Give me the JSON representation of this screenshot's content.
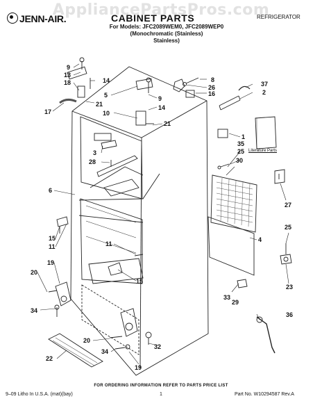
{
  "header": {
    "watermark": "AppliancePartsPros.com",
    "brand": "JENN-AIR.",
    "title": "CABINET PARTS",
    "category": "REFRIGERATOR",
    "models_line1": "For Models: JFC2089WEM0, JFC2089WEP0",
    "models_line2": "(Monochromatic   (Stainless)",
    "models_line3": "Stainless)"
  },
  "literature_label": "Literature Parts",
  "callouts": {
    "c9a": "9",
    "c13": "13",
    "c14a": "14",
    "c18": "18",
    "c17": "17",
    "c5": "5",
    "c21a": "21",
    "c9b": "9",
    "c14b": "14",
    "c10": "10",
    "c21b": "21",
    "c8": "8",
    "c26": "26",
    "c16": "16",
    "c37": "37",
    "c2": "2",
    "c3": "3",
    "c28": "28",
    "c1": "1",
    "c35": "35",
    "c25a": "25",
    "c30": "30",
    "c6": "6",
    "c27": "27",
    "c15a": "15",
    "c11a": "11",
    "c4": "4",
    "c25b": "25",
    "c11b": "11",
    "c19a": "19",
    "c20a": "20",
    "c15b": "15",
    "c23": "23",
    "c33": "33",
    "c29": "29",
    "c34a": "34",
    "c36": "36",
    "c20b": "20",
    "c34b": "34",
    "c32": "32",
    "c22": "22",
    "c19b": "19"
  },
  "footer": {
    "ordering_note": "FOR ORDERING INFORMATION REFER TO PARTS PRICE LIST",
    "litho": "9–09 Litho In U.S.A. (mat)(bay)",
    "page": "1",
    "part_no": "Part No. W10294587 Rev.A"
  }
}
